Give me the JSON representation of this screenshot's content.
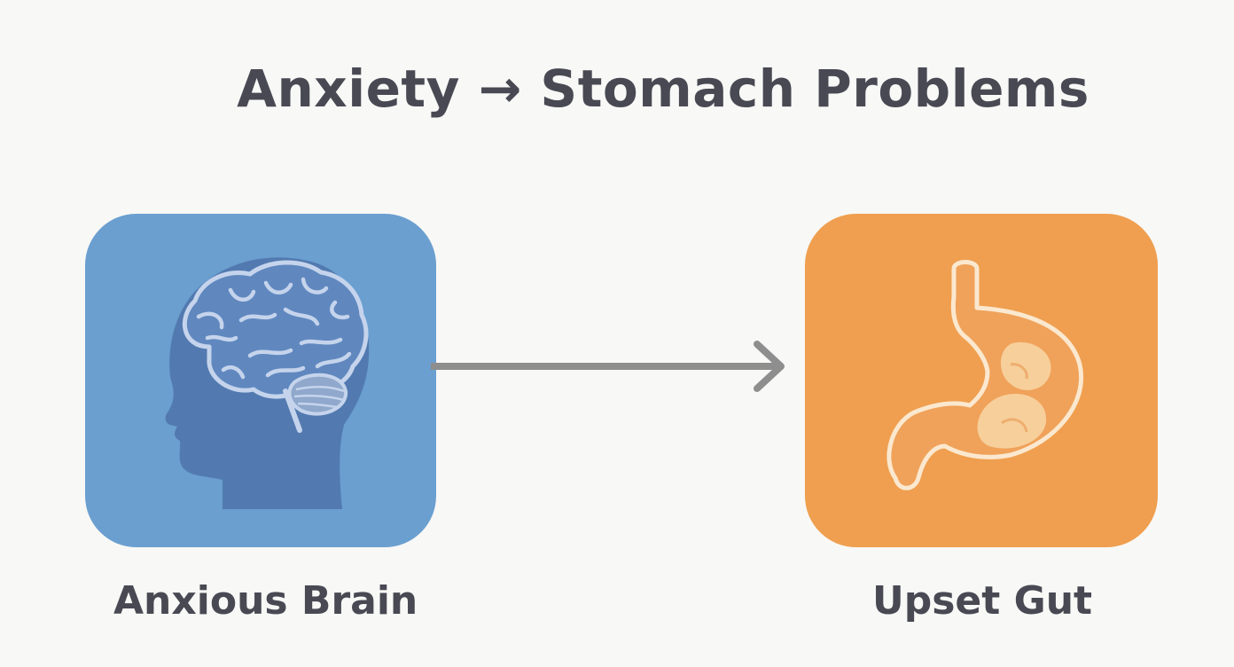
{
  "title": "Anxiety → Stomach Problems",
  "nodes": [
    {
      "label": "Anxious Brain",
      "icon": "brain-head-icon",
      "color": "#6a9fd0"
    },
    {
      "label": "Upset Gut",
      "icon": "stomach-icon",
      "color": "#ef9f4f"
    }
  ],
  "connector": {
    "icon": "arrow-right-icon",
    "color": "#8e8e8e"
  },
  "text_color": "#484953"
}
